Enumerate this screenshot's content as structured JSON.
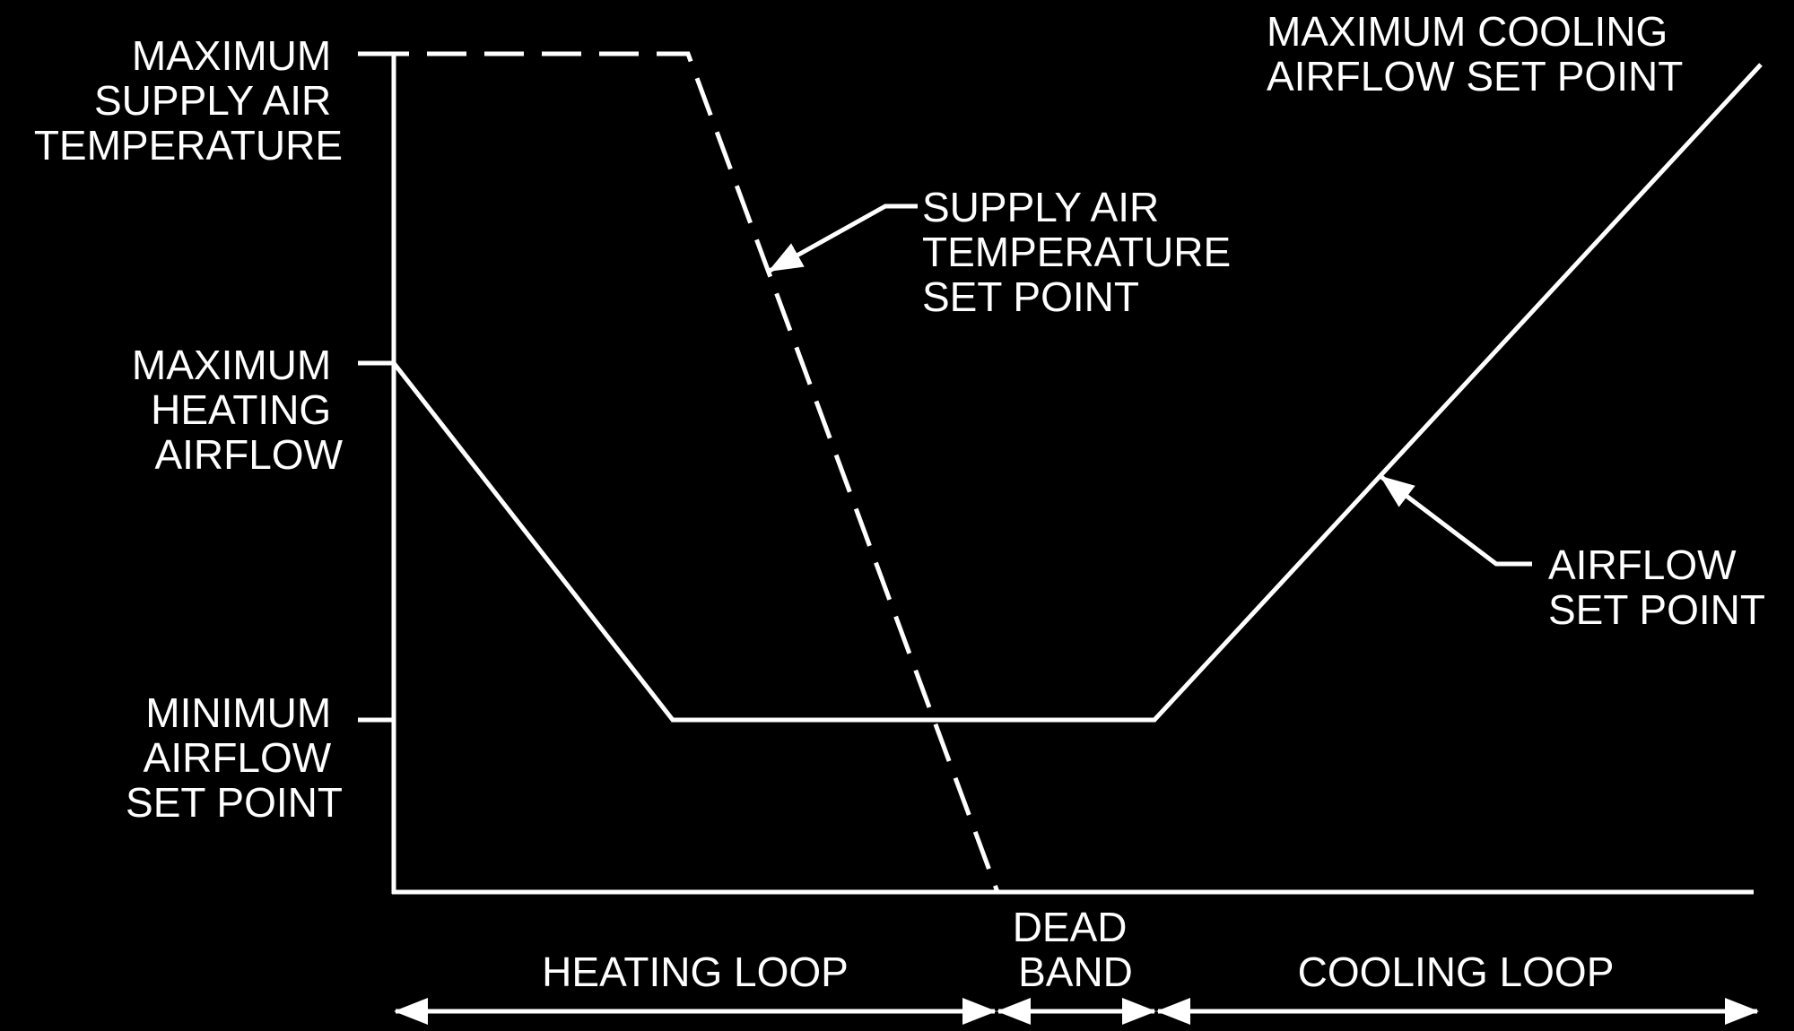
{
  "diagram": {
    "y_axis_labels": {
      "max_supply_air_temp": [
        "MAXIMUM",
        "SUPPLY AIR",
        "TEMPERATURE"
      ],
      "max_heating_airflow": [
        "MAXIMUM",
        "HEATING",
        "AIRFLOW"
      ],
      "min_airflow_set_point": [
        "MINIMUM",
        "AIRFLOW",
        "SET POINT"
      ]
    },
    "callouts": {
      "supply_air_temp_set_point": [
        "SUPPLY AIR",
        "TEMPERATURE",
        "SET POINT"
      ],
      "airflow_set_point": [
        "AIRFLOW",
        "SET POINT"
      ],
      "max_cooling_airflow_set_point": [
        "MAXIMUM COOLING",
        "AIRFLOW SET POINT"
      ]
    },
    "regions": {
      "heating_loop": [
        "HEATING LOOP"
      ],
      "dead_band": [
        "DEAD",
        "BAND"
      ],
      "cooling_loop": [
        "COOLING LOOP"
      ]
    },
    "colors": {
      "background": "#000000",
      "foreground": "#ffffff"
    }
  }
}
